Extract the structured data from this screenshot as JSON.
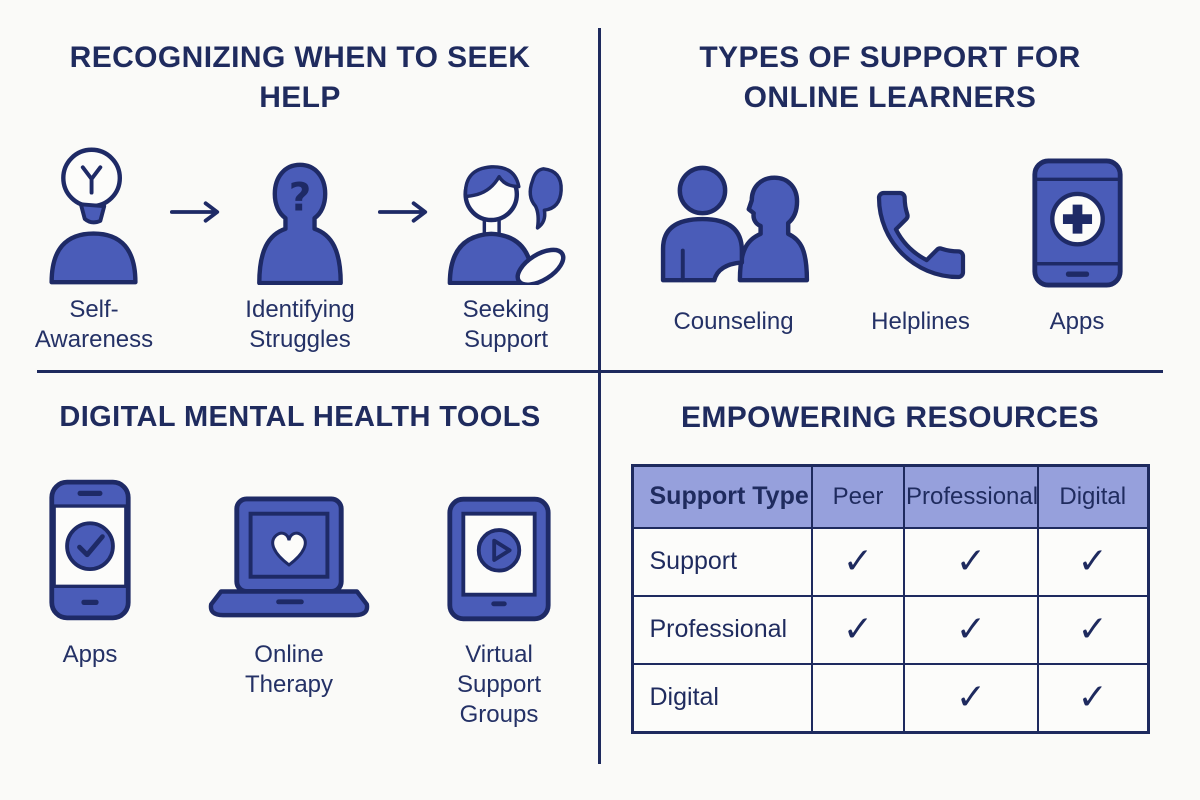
{
  "colors": {
    "background": "#fafaf8",
    "navy_text": "#1f2b5e",
    "icon_blue": "#4a5cb8",
    "icon_outline": "#1e2a66",
    "table_header_bg": "#96a0dc",
    "table_cell_bg": "#fcfcfa"
  },
  "quadrants": {
    "recognizing": {
      "title": "RECOGNIZING WHEN TO SEEK HELP",
      "steps": [
        {
          "icon": "person-lightbulb-icon",
          "label": "Self-\nAwareness"
        },
        {
          "icon": "person-question-icon",
          "label": "Identifying\nStruggles"
        },
        {
          "icon": "person-speech-icon",
          "label": "Seeking\nSupport"
        }
      ]
    },
    "support_types": {
      "title": "TYPES OF SUPPORT FOR ONLINE LEARNERS",
      "items": [
        {
          "icon": "counseling-people-icon",
          "label": "Counseling"
        },
        {
          "icon": "phone-handset-icon",
          "label": "Helplines"
        },
        {
          "icon": "phone-plus-icon",
          "label": "Apps"
        }
      ]
    },
    "digital_tools": {
      "title": "DIGITAL MENTAL HEALTH TOOLS",
      "items": [
        {
          "icon": "phone-check-icon",
          "label": "Apps"
        },
        {
          "icon": "laptop-heart-icon",
          "label": "Online\nTherapy"
        },
        {
          "icon": "tablet-play-icon",
          "label": "Virtual\nSupport\nGroups"
        }
      ]
    },
    "resources": {
      "title": "EMPOWERING RESOURCES",
      "table": {
        "headers": [
          "Support Type",
          "Peer",
          "Professional",
          "Digital"
        ],
        "rows": [
          [
            "Support",
            "✓",
            "✓",
            "✓"
          ],
          [
            "Professional",
            "✓",
            "✓",
            "✓"
          ],
          [
            "Digital",
            "",
            "✓",
            "✓"
          ]
        ]
      }
    }
  }
}
